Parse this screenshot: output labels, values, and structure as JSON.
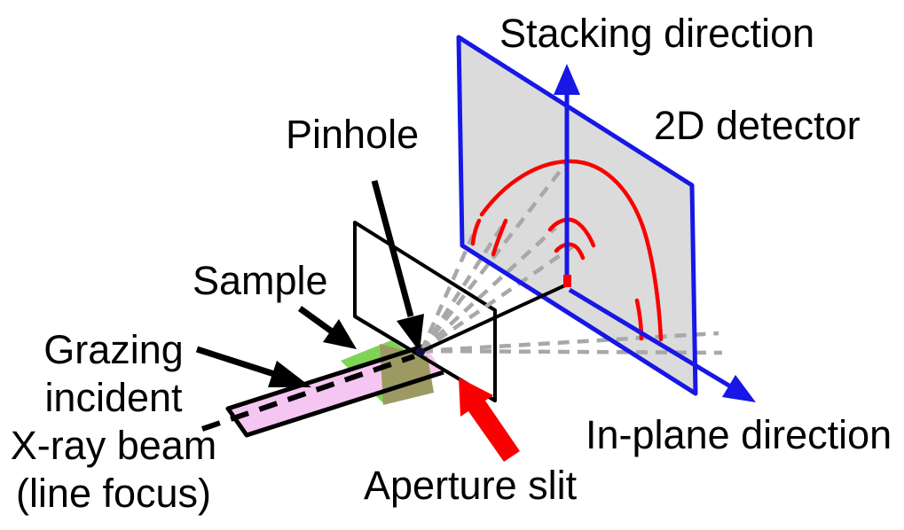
{
  "diagram": {
    "labels": {
      "pinhole": "Pinhole",
      "sample": "Sample",
      "grazing_l1": "Grazing",
      "grazing_l2": "incident",
      "grazing_l3": "X-ray beam",
      "grazing_l4": "(line focus)",
      "aperture_slit": "Aperture slit",
      "stacking_direction": "Stacking direction",
      "detector_2d": "2D detector",
      "in_plane_direction": "In-plane direction"
    },
    "colors": {
      "detector_fill": "#DBDBDB",
      "detector_border": "#1717E6",
      "axis_blue": "#1717E6",
      "diffraction_red": "#FA0000",
      "pointer_red": "#FA0000",
      "ray_gray": "#A8A8A8",
      "sample_green": "#7FD455",
      "beam_pink": "#F6C6F2",
      "footprint_olive": "#9C9A62",
      "line_black": "#000000",
      "text": "#000000",
      "pinhole_dot": "#101040"
    }
  }
}
